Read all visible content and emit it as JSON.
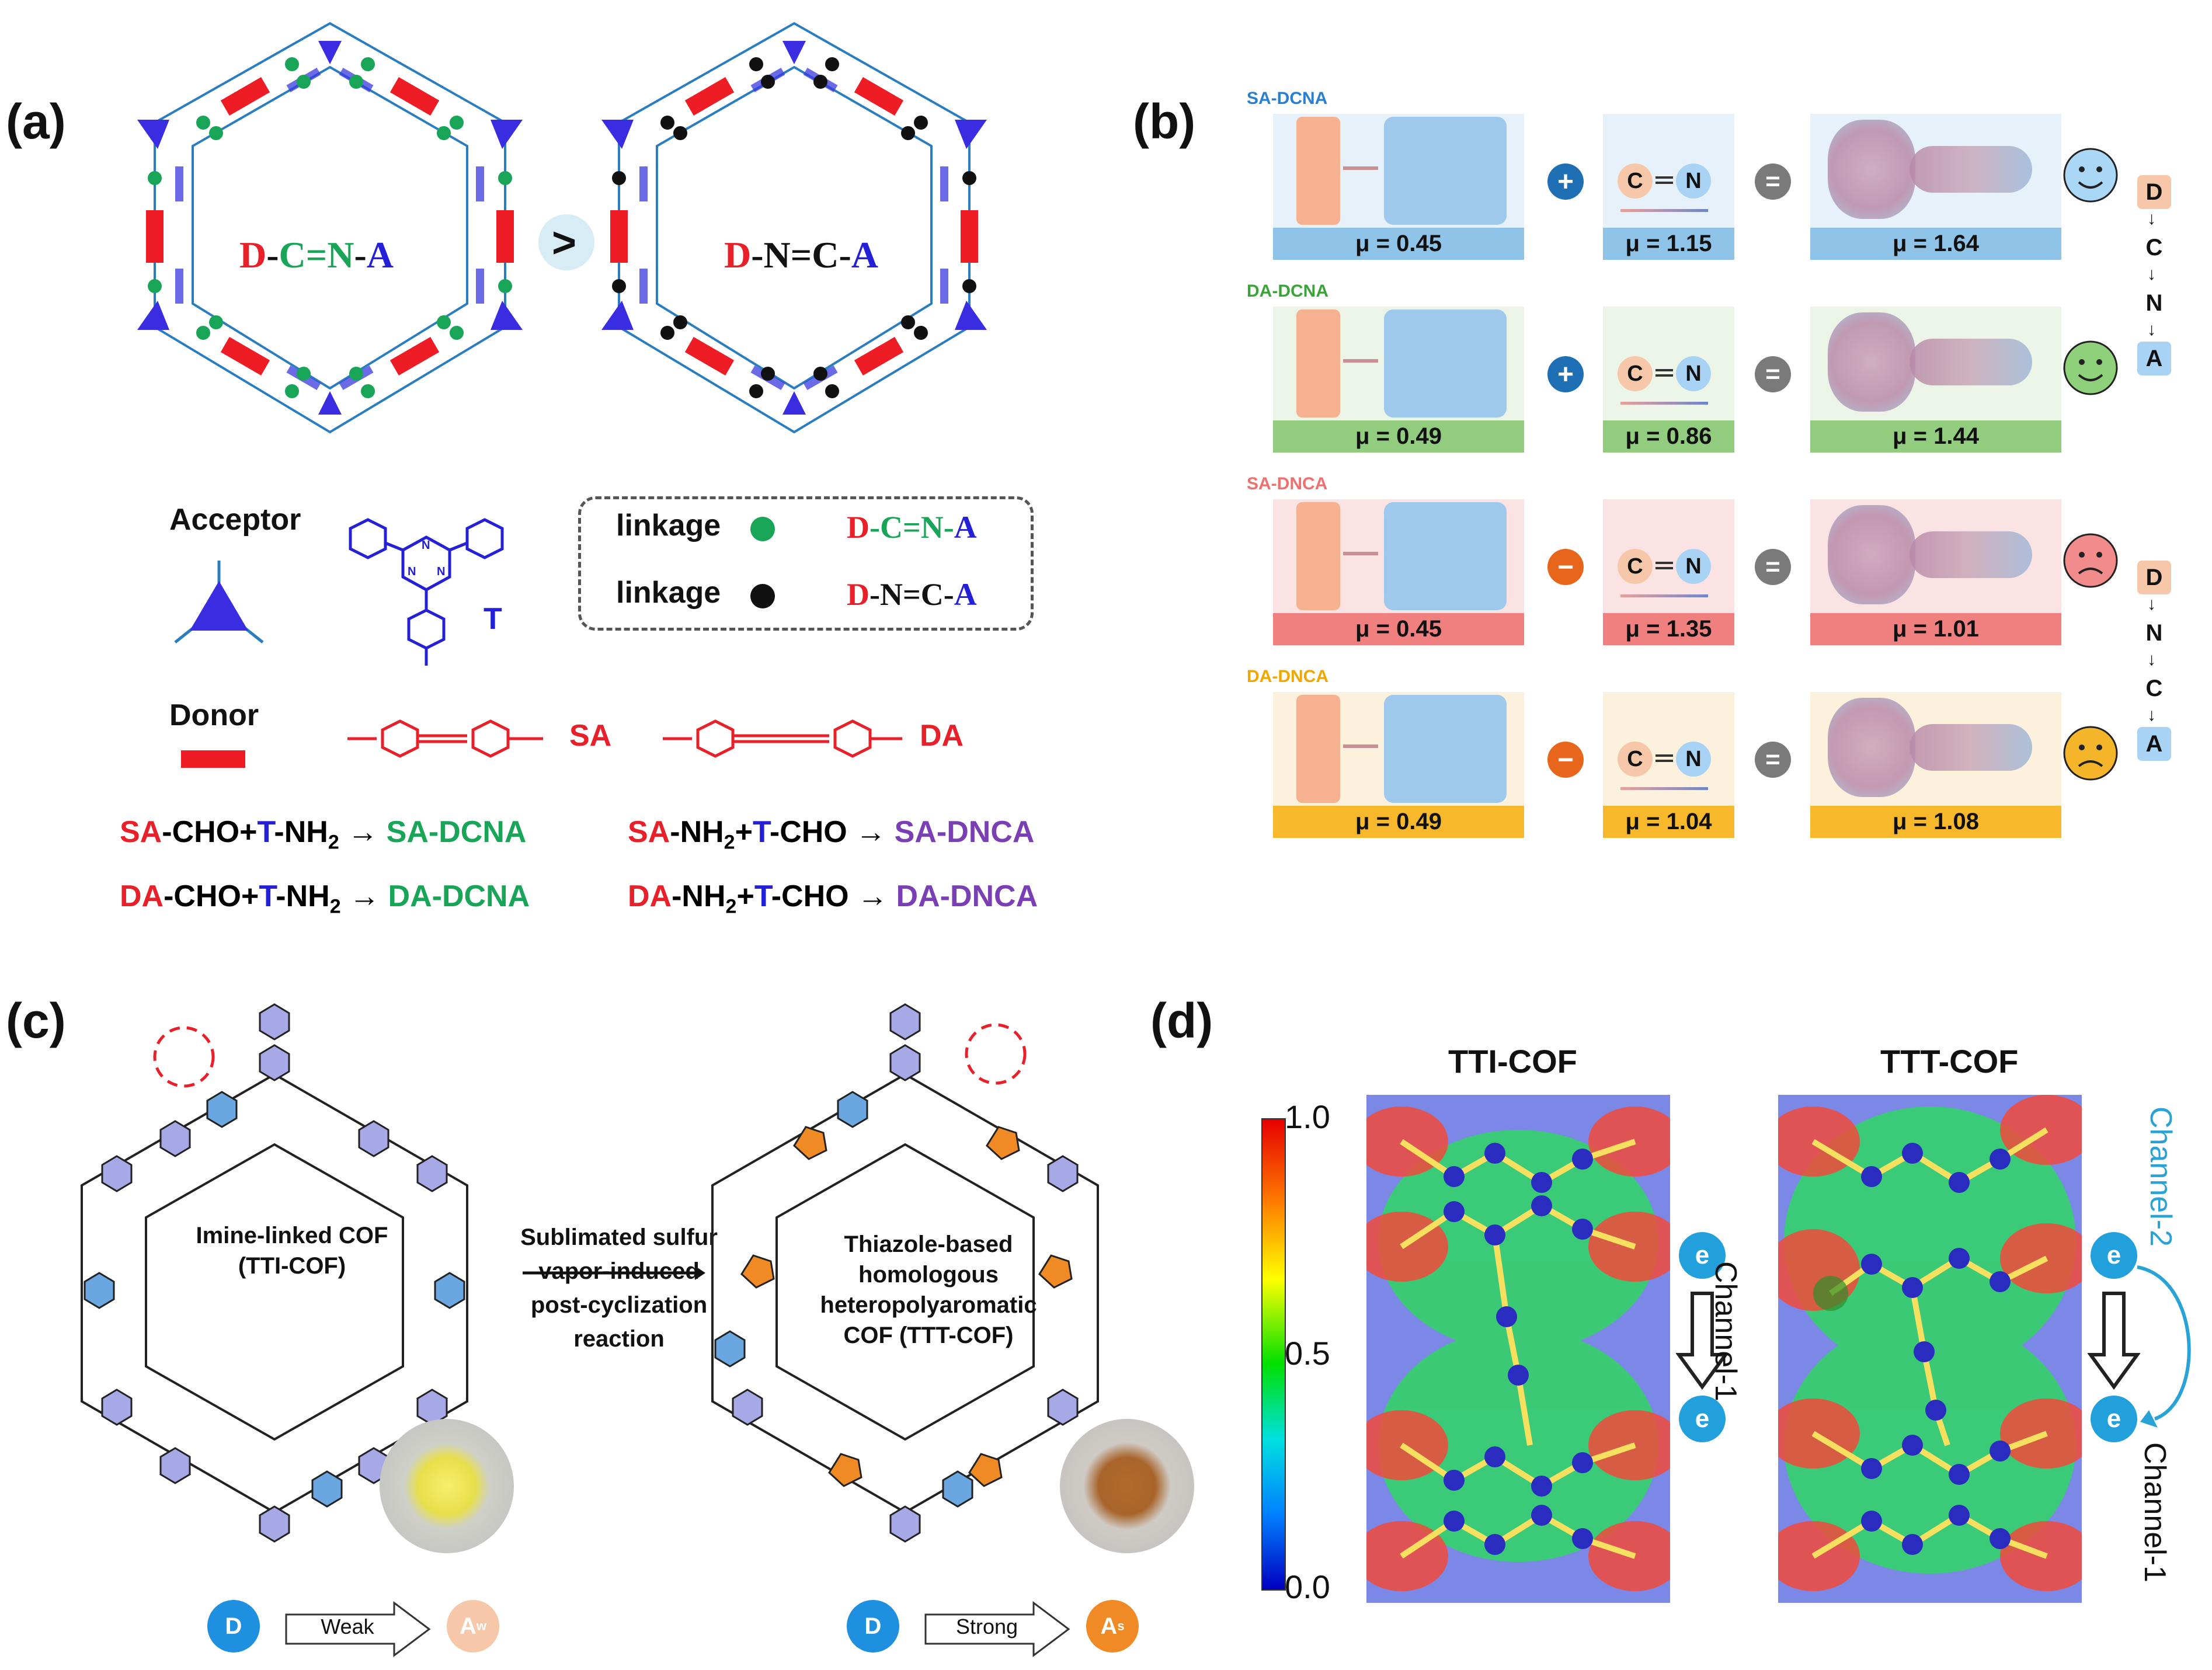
{
  "colors": {
    "red": "#e8202a",
    "green": "#18a558",
    "blue": "#2420d8",
    "purple": "#7a3fb5",
    "teal": "#29a3d6"
  },
  "panel_a": {
    "label": "(a)",
    "hex_left_text": {
      "d": "D",
      "dash1": "-",
      "c": "C",
      "eq": "=",
      "n": "N",
      "dash2": "-",
      "a": "A"
    },
    "hex_right_text": {
      "d": "D",
      "mid": "-N=C-",
      "a": "A"
    },
    "compare": ">",
    "acceptor_label": "Acceptor",
    "donor_label": "Donor",
    "t_label": "T",
    "sa_label": "SA",
    "da_label": "DA",
    "legend": [
      {
        "word": "linkage",
        "formula_d": "D",
        "formula_mid": "-C=N-",
        "formula_a": "A",
        "dot": "#18a558"
      },
      {
        "word": "linkage",
        "formula_d": "D",
        "formula_mid": "-N=C-",
        "formula_a": "A",
        "dot": "#111111"
      }
    ],
    "reactions": [
      {
        "a": "SA",
        "b": "-CHO+",
        "c": "T",
        "d": "-NH",
        "sub": "2",
        "product": "SA-DCNA",
        "pcolor": "green"
      },
      {
        "a": "SA",
        "b": "-NH",
        "sub": "2",
        "c2": "+",
        "c": "T",
        "d": "-CHO",
        "product": "SA-DNCA",
        "pcolor": "purple"
      },
      {
        "a": "DA",
        "b": "-CHO+",
        "c": "T",
        "d": "-NH",
        "sub": "2",
        "product": "DA-DCNA",
        "pcolor": "green"
      },
      {
        "a": "DA",
        "b": "-NH",
        "sub": "2",
        "c2": "+",
        "c": "T",
        "d": "-CHO",
        "product": "DA-DNCA",
        "pcolor": "purple"
      }
    ]
  },
  "panel_b": {
    "label": "(b)",
    "rows": [
      {
        "name": "SA-DCNA",
        "name_color": "#2a7fd0",
        "bg": "#e7f1fa",
        "bar": "#8fc3e8",
        "op": "+",
        "op_color": "#1f6fb5",
        "mu1": "μ = 0.45",
        "mu2": "μ = 1.15",
        "mu3": "μ = 1.64",
        "face": "happy",
        "face_color": "#a9d7f5"
      },
      {
        "name": "DA-DCNA",
        "name_color": "#3aa43a",
        "bg": "#ebf4e6",
        "bar": "#92cc7f",
        "op": "+",
        "op_color": "#1f6fb5",
        "mu1": "μ = 0.49",
        "mu2": "μ = 0.86",
        "mu3": "μ = 1.44",
        "face": "happy",
        "face_color": "#8fd07a"
      },
      {
        "name": "SA-DNCA",
        "name_color": "#f07070",
        "bg": "#fbe3e3",
        "bar": "#f07f7f",
        "op": "−",
        "op_color": "#e8661c",
        "mu1": "μ = 0.45",
        "mu2": "μ = 1.35",
        "mu3": "μ = 1.01",
        "face": "sad",
        "face_color": "#f28b8b"
      },
      {
        "name": "DA-DNCA",
        "name_color": "#f0a800",
        "bg": "#fcf1dd",
        "bar": "#f8b82c",
        "op": "−",
        "op_color": "#e8661c",
        "mu1": "μ = 0.49",
        "mu2": "μ = 1.04",
        "mu3": "μ = 1.08",
        "face": "sad",
        "face_color": "#f5b52a"
      }
    ],
    "cn": {
      "c": "C",
      "n": "N"
    },
    "equals": "=",
    "chain_top": [
      "D",
      "C",
      "N",
      "A"
    ],
    "chain_bottom": [
      "D",
      "N",
      "C",
      "A"
    ]
  },
  "panel_c": {
    "label": "(c)",
    "left_line1": "Imine-linked COF",
    "left_line2": "(TTI-COF)",
    "mid_lines": [
      "Sublimated sulfur",
      "vapor-induced",
      "post-cyclization",
      "reaction"
    ],
    "right_lines": [
      "Thiazole-based",
      "homologous",
      "heteropolyaromatic",
      "COF (TTT-COF)"
    ],
    "left_flow": {
      "d": "D",
      "arrow": "Weak",
      "a": "A",
      "sub": "w"
    },
    "right_flow": {
      "d": "D",
      "arrow": "Strong",
      "a": "A",
      "sub": "s"
    }
  },
  "panel_d": {
    "label": "(d)",
    "title_left": "TTI-COF",
    "title_right": "TTT-COF",
    "colorbar_ticks": [
      "1.0",
      "0.5",
      "0.0"
    ],
    "e": "e",
    "channel1": "Channel-1",
    "channel2": "Channel-2"
  }
}
